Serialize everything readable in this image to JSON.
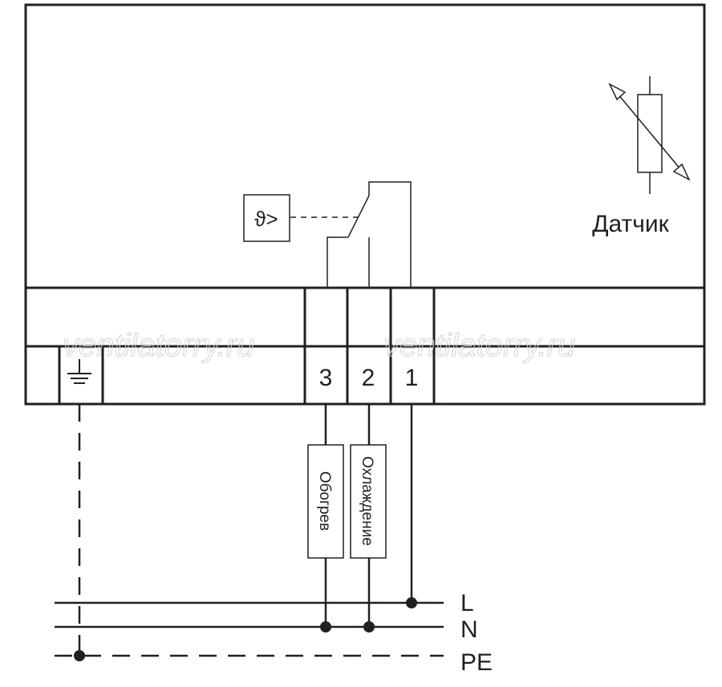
{
  "diagram": {
    "sensor_label": "Датчик",
    "terminals": [
      "3",
      "2",
      "1"
    ],
    "loads": {
      "heating": "Обогрев",
      "cooling": "Охлаждение"
    },
    "lines": {
      "live": "L",
      "neutral": "N",
      "earth": "PE"
    },
    "thermo_symbol": "ϑ>",
    "watermark": "ventilatorry.ru"
  },
  "colors": {
    "stroke": "#231f20",
    "watermark": "#d4d4d4",
    "background": "#ffffff"
  },
  "icons": [
    "thermistor-sensor-icon",
    "temperature-relay-icon",
    "ground-icon"
  ]
}
